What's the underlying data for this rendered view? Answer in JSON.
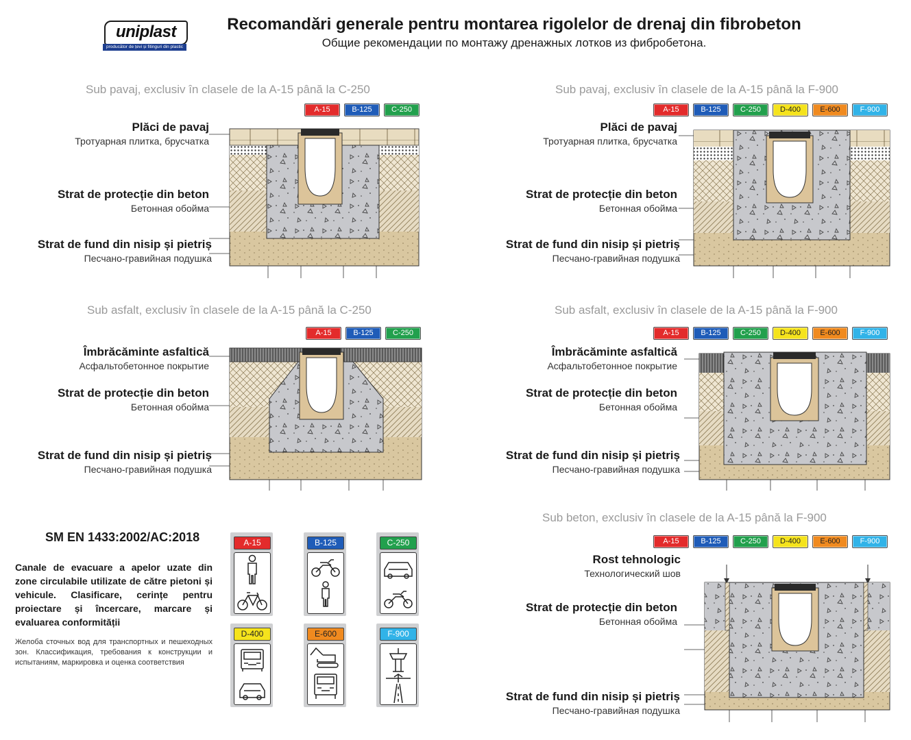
{
  "logo": {
    "wordmark": "uniplast",
    "tagline": "producător de țevi și fitinguri din plastic"
  },
  "header": {
    "title": "Recomandări generale pentru montarea rigolelor de drenaj din fibrobeton",
    "subtitle": "Общие рекомендации по монтажу дренажных лотков из фибробетона."
  },
  "classes": {
    "a15": "A-15",
    "b125": "B-125",
    "c250": "C-250",
    "d400": "D-400",
    "e600": "E-600",
    "f900": "F-900"
  },
  "class_colors": {
    "a15": "#e32b2b",
    "b125": "#1f5cb8",
    "c250": "#22a04d",
    "d400": "#f5e31c",
    "e600": "#f08a1f",
    "f900": "#31b3e8"
  },
  "sections": {
    "paving_c250": {
      "title": "Sub pavaj, exclusiv în clasele de la A-15 până la C-250"
    },
    "paving_f900": {
      "title": "Sub pavaj, exclusiv în clasele de la A-15 până la F-900"
    },
    "asphalt_c250": {
      "title": "Sub asfalt, exclusiv în clasele de la A-15 până la C-250"
    },
    "asphalt_f900": {
      "title": "Sub asfalt, exclusiv în clasele de la A-15 până la F-900"
    },
    "concrete_f900": {
      "title": "Sub beton, exclusiv în clasele de la A-15 până la F-900"
    }
  },
  "labels": {
    "paving": {
      "ro": "Plăci de pavaj",
      "ru": "Тротуарная плитка, брусчатка"
    },
    "protection": {
      "ro": "Strat de protecție din beton",
      "ru": "Бетонная обойма"
    },
    "base": {
      "ro": "Strat de fund din nisip și pietriș",
      "ru": "Песчано-гравийная подушка"
    },
    "asphalt": {
      "ro": "Îmbrăcăminte asfaltică",
      "ru": "Асфальтобетонное покрытие"
    },
    "joint": {
      "ro": "Rost tehnologic",
      "ru": "Технологический шов"
    }
  },
  "standard": {
    "code": "SM EN 1433:2002/AC:2018",
    "description_ro": "Canale de evacuare a apelor uzate din zone circulabile utilizate de către pietoni și vehicule. Clasificare, cerințe pentru proiectare și încercare, marcare și evaluarea conformității",
    "description_ru": "Желоба сточных вод для транспортных и пешеходных зон. Классификация, требования к конструкции и испытаниям, маркировка и оценка соответствия"
  },
  "class_cards": [
    {
      "class": "A-15",
      "icons": [
        "pedestrian-icon",
        "bicycle-icon"
      ]
    },
    {
      "class": "B-125",
      "icons": [
        "motorcycle-icon",
        "pedestrian-icon"
      ]
    },
    {
      "class": "C-250",
      "icons": [
        "car-icon",
        "motorcycle-icon"
      ]
    },
    {
      "class": "D-400",
      "icons": [
        "truck-icon",
        "car-icon"
      ]
    },
    {
      "class": "E-600",
      "icons": [
        "excavator-icon",
        "truck-icon"
      ]
    },
    {
      "class": "F-900",
      "icons": [
        "control-tower-icon",
        "airplane-runway-icon"
      ]
    }
  ]
}
